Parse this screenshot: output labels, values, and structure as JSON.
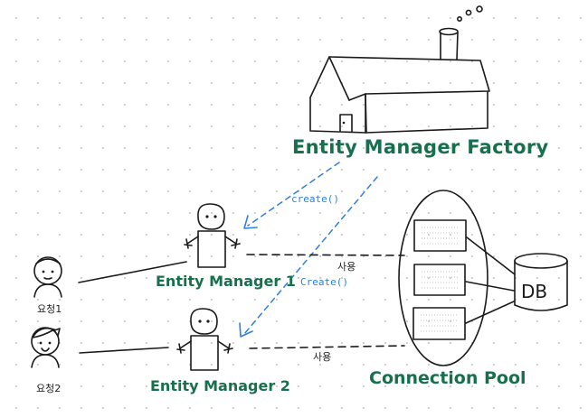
{
  "diagram": {
    "factory_label": "Entity Manager Factory",
    "manager1_label": "Entity Manager 1",
    "manager2_label": "Entity Manager 2",
    "create1_label": "create()",
    "create2_label": "Create()",
    "use1_label": "사용",
    "use2_label": "사용",
    "pool_label": "Connection Pool",
    "db_label": "DB",
    "request1_label": "요청1",
    "request2_label": "요청2",
    "colors": {
      "green_text": "#17704d",
      "blue_arrow": "#2f7fdc",
      "ink": "#1a1a1a"
    }
  }
}
